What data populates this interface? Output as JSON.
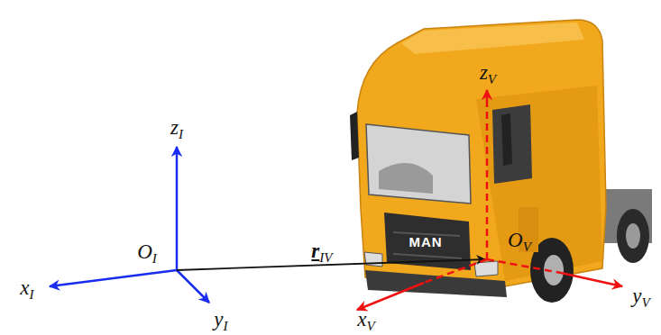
{
  "diagram": {
    "labels": [
      "zI",
      "OI",
      "xI",
      "yI",
      "rIV",
      "zV",
      "OV",
      "xV",
      "yV",
      "MAN"
    ]
  }
}
